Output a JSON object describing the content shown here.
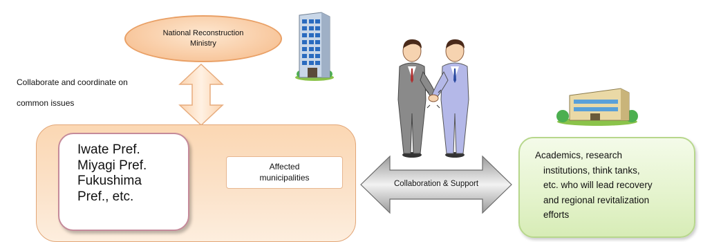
{
  "ministry": {
    "line1": "National Reconstruction",
    "line2": "Ministry"
  },
  "collaborate_note": {
    "line1": "Collaborate and coordinate on",
    "line2": "common issues"
  },
  "prefectures": {
    "lines": [
      "Iwate Pref.",
      "Miyagi Pref.",
      "Fukushima",
      "Pref., etc."
    ]
  },
  "affected_box": {
    "line1": "Affected",
    "line2": "municipalities"
  },
  "collaboration_label": "Collaboration & Support",
  "academics": {
    "lines": [
      "Academics, research",
      "institutions, think tanks,",
      "etc. who will lead recovery",
      "and regional revitalization",
      "efforts"
    ]
  },
  "colors": {
    "ministry_fill": "#f8c79d",
    "prefecture_box_fill": "#fbd7b3",
    "academics_fill": "#e4f3cc",
    "vertical_arrow_fill": "#fde3c8",
    "horizontal_arrow_fill": "#cfcfcf"
  },
  "icons": [
    "office-tower-icon",
    "handshake-businessmen-icon",
    "campus-building-icon"
  ]
}
